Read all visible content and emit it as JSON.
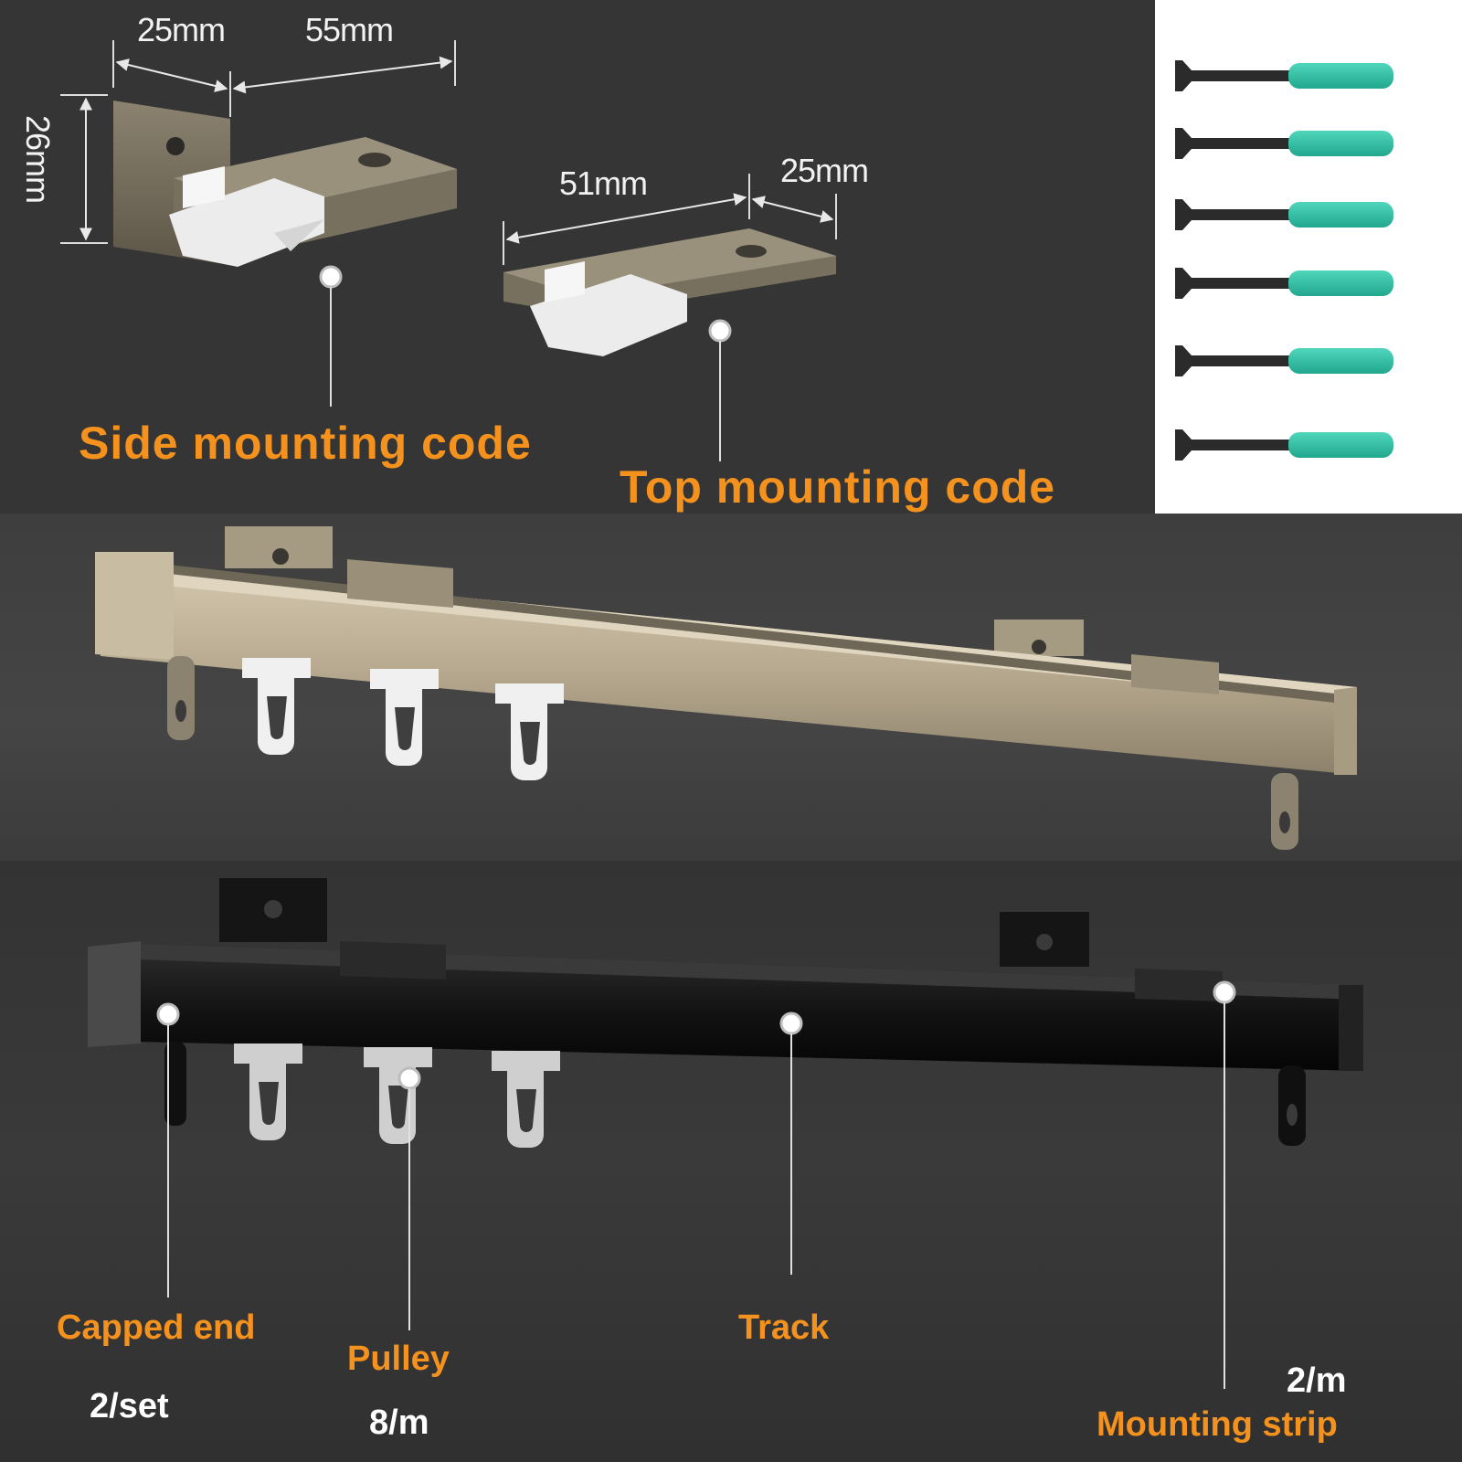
{
  "dimensions": {
    "side_width_a": "25mm",
    "side_width_b": "55mm",
    "side_height": "26mm",
    "top_width_a": "51mm",
    "top_width_b": "25mm"
  },
  "mounting": {
    "side_label": "Side mounting code",
    "top_label": "Top mounting code"
  },
  "parts": {
    "capped_end": {
      "label": "Capped end",
      "quantity": "2/set"
    },
    "pulley": {
      "label": "Pulley",
      "quantity": "8/m"
    },
    "track": {
      "label": "Track"
    },
    "mounting_strip": {
      "label": "Mounting strip",
      "quantity": "2/m"
    }
  },
  "colors": {
    "label_orange": "#f5921e",
    "anchor_teal": "#2fbfa3",
    "track_champagne": "#b7aa90",
    "track_black": "#1b1b1b"
  },
  "icons": [
    "screw-anchor-icon",
    "side-bracket-icon",
    "top-bracket-icon",
    "curtain-track-icon"
  ]
}
